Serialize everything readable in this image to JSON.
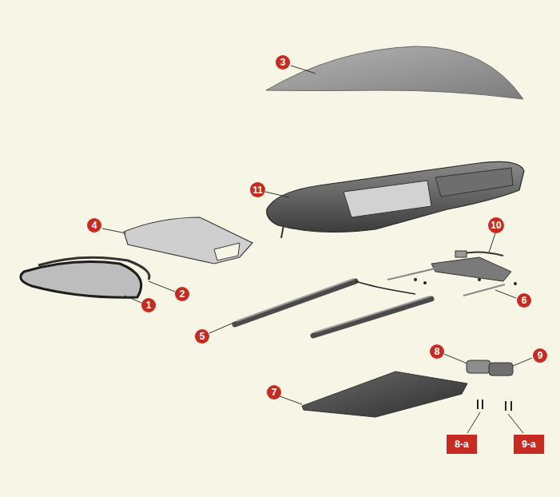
{
  "diagram": {
    "labels": [
      "3",
      "11",
      "4",
      "10",
      "2",
      "1",
      "6",
      "5",
      "8",
      "9",
      "7",
      "8-a",
      "9-a"
    ]
  }
}
